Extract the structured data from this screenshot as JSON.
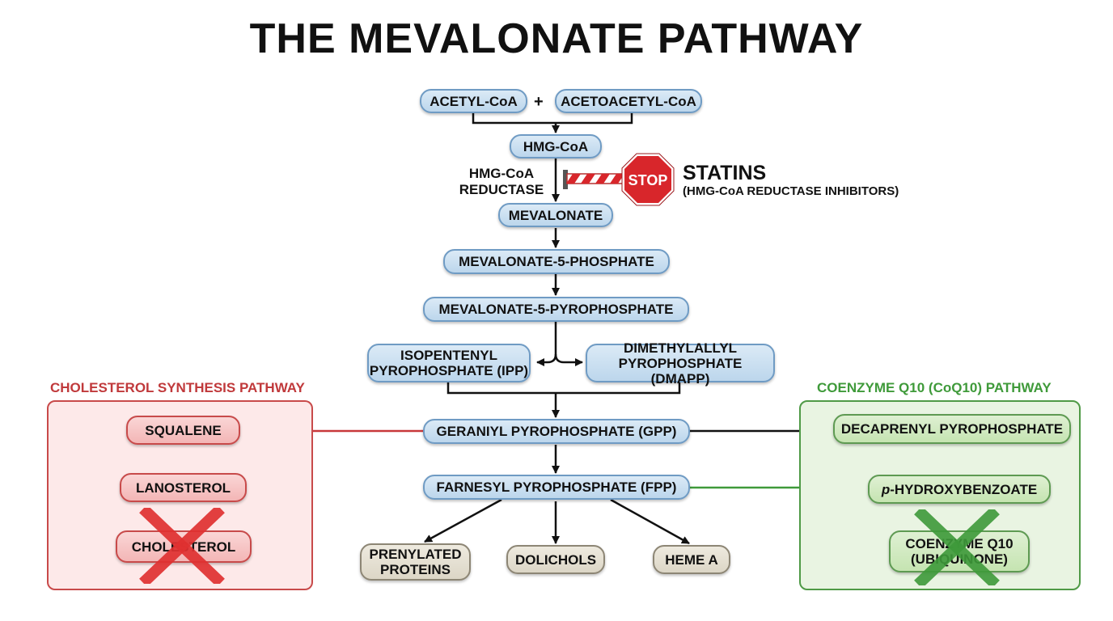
{
  "title": "THE MEVALONATE PATHWAY",
  "main": {
    "acetyl_coa": "ACETYL-CoA",
    "plus": "+",
    "acetoacetyl_coa": "ACETOACETYL-CoA",
    "hmg_coa": "HMG-CoA",
    "mevalonate": "MEVALONATE",
    "mevalonate_5_phosphate": "MEVALONATE-5-PHOSPHATE",
    "mevalonate_5_pyrophosphate": "MEVALONATE-5-PYROPHOSPHATE",
    "ipp": "ISOPENTENYL\nPYROPHOSPHATE (IPP)",
    "dmapp": "DIMETHYLALLYL\nPYROPHOSPHATE (DMAPP)",
    "gpp": "GERANIYL PYROPHOSPHATE (GPP)",
    "fpp": "FARNESYL PYROPHOSPHATE (FPP)",
    "prenylated": "PRENYLATED\nPROTEINS",
    "dolichols": "DOLICHOLS",
    "heme_a": "HEME A"
  },
  "enzyme": {
    "name": "HMG-CoA\nREDUCTASE"
  },
  "statins": {
    "stop_sign": "STOP",
    "title": "STATINS",
    "subtitle": "(HMG-CoA REDUCTASE INHIBITORS)"
  },
  "cholesterol": {
    "title": "CHOLESTEROL SYNTHESIS PATHWAY",
    "squalene": "SQUALENE",
    "lanosterol": "LANOSTEROL",
    "cholesterol": "CHOLESTEROL"
  },
  "coq10": {
    "title": "COENZYME Q10 (CoQ10) PATHWAY",
    "decaprenyl": "DECAPRENYL PYROPHOSPHATE",
    "hydroxybenzoate_prefix": "p",
    "hydroxybenzoate": "-HYDROXYBENZOATE",
    "coq10": "COENZYME Q10\n(UBIQUINONE)"
  },
  "colors": {
    "blue_node": "#bcd6ec",
    "red_accent": "#c84a4a",
    "green_accent": "#4f9a46",
    "tan_node": "#dcd6c6",
    "stop_red": "#d8262b",
    "x_red": "#e03131",
    "x_green": "#3e9a3a"
  }
}
